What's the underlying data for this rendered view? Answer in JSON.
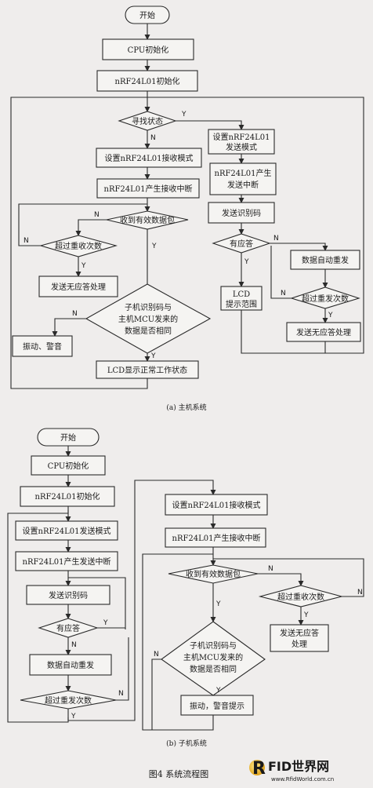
{
  "a": {
    "start": "开始",
    "cpu_init": "CPU初始化",
    "nrf_init": "nRF24L01初始化",
    "search": "寻找状态",
    "set_rx": "设置nRF24L01接收模式",
    "rx_irq": "nRF24L01产生接收中断",
    "got_packet": "收到有效数据包",
    "retry_limit": "超过重收次数",
    "send_no_ack": "发送无应答处理",
    "compare_l1": "子机识别码与",
    "compare_l2": "主机MCU发来的",
    "compare_l3": "数据是否相同",
    "vibrate": "振动、警音",
    "lcd_normal": "LCD显示正常工作状态",
    "set_tx_l1": "设置nRF24L01",
    "set_tx_l2": "发送模式",
    "tx_irq_l1": "nRF24L01产生",
    "tx_irq_l2": "发送中断",
    "send_id": "发送识别码",
    "has_ack": "有应答",
    "lcd_l1": "LCD",
    "lcd_l2": "提示范围",
    "auto_resend": "数据自动重发",
    "resend_limit": "超过重发次数",
    "send_no_ack_r": "发送无应答处理",
    "caption": "(a) 主机系统"
  },
  "b": {
    "start": "开始",
    "cpu_init": "CPU初始化",
    "nrf_init": "nRF24L01初始化",
    "set_tx": "设置nRF24L01发送模式",
    "tx_irq": "nRF24L01产生发送中断",
    "send_id": "发送识别码",
    "has_ack": "有应答",
    "auto_resend": "数据自动重发",
    "resend_limit": "超过重发次数",
    "set_rx": "设置nRF24L01接收模式",
    "rx_irq": "nRF24L01产生接收中断",
    "got_packet": "收到有效数据包",
    "retry_limit": "超过重收次数",
    "no_ack_l1": "发送无应答",
    "no_ack_l2": "处理",
    "compare_l1": "子机识别码与",
    "compare_l2": "主机MCU发来的",
    "compare_l3": "数据是否相同",
    "vibrate": "振动，警音提示",
    "caption": "(b) 子机系统"
  },
  "figure_caption": "图4   系统流程图",
  "logo": {
    "brand_r": "R",
    "brand_rest": "FID世界网",
    "url": "www.RfidWorld.com.cn"
  },
  "yes": "Y",
  "no": "N"
}
